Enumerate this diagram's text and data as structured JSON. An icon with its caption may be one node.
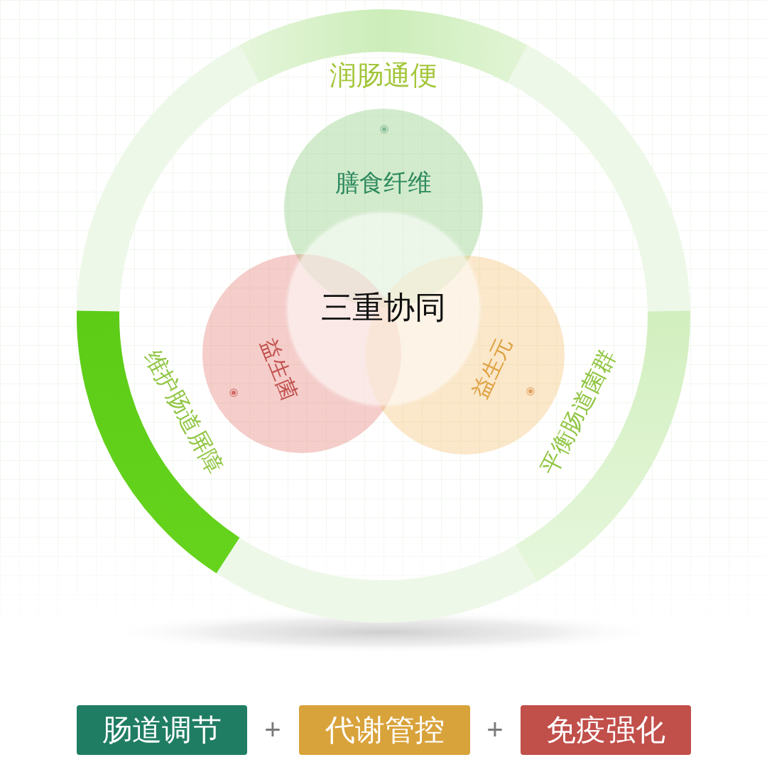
{
  "diagram": {
    "nodes": [
      {
        "text": [
          "润肠通便"
        ]
      },
      {
        "text": [
          "膳食纤维"
        ]
      },
      {
        "text": [
          "三重协同"
        ]
      },
      {
        "text": [
          "维护肠道屏障"
        ]
      },
      {
        "text": [
          "益生菌"
        ]
      },
      {
        "text": [
          "益生元"
        ]
      },
      {
        "text": [
          "平衡肠道菌群"
        ]
      },
      {
        "text": [
          "肠道调节"
        ]
      },
      {
        "text": [
          "代谢管控"
        ]
      },
      {
        "text": [
          "免疫强化"
        ]
      }
    ],
    "labels": [
      "+",
      "+"
    ]
  }
}
